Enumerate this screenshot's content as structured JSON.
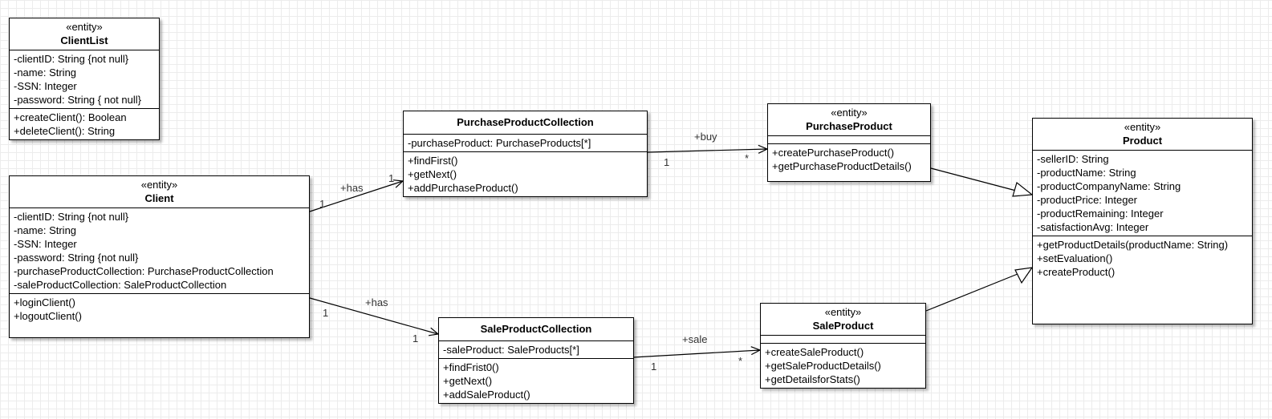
{
  "classes": {
    "clientList": {
      "stereotype": "«entity»",
      "name": "ClientList",
      "attributes": [
        "-clientID: String {not null}",
        "-name: String",
        "-SSN: Integer",
        "-password: String { not null}"
      ],
      "operations": [
        "+createClient(): Boolean",
        "+deleteClient(): String"
      ]
    },
    "client": {
      "stereotype": "«entity»",
      "name": "Client",
      "attributes": [
        "-clientID: String {not null}",
        "-name: String",
        "-SSN: Integer",
        "-password: String {not null}",
        "-purchaseProductCollection: PurchaseProductCollection",
        "-saleProductCollection: SaleProductCollection"
      ],
      "operations": [
        "+loginClient()",
        "+logoutClient()"
      ]
    },
    "purchaseProductCollection": {
      "name": "PurchaseProductCollection",
      "attributes": [
        "-purchaseProduct: PurchaseProducts[*]"
      ],
      "operations": [
        "+findFirst()",
        "+getNext()",
        "+addPurchaseProduct()"
      ]
    },
    "saleProductCollection": {
      "name": "SaleProductCollection",
      "attributes": [
        "-saleProduct: SaleProducts[*]"
      ],
      "operations": [
        "+findFrist0()",
        "+getNext()",
        "+addSaleProduct()"
      ]
    },
    "purchaseProduct": {
      "stereotype": "«entity»",
      "name": "PurchaseProduct",
      "attributes": [],
      "operations": [
        "+createPurchaseProduct()",
        "+getPurchaseProductDetails()"
      ]
    },
    "saleProduct": {
      "stereotype": "«entity»",
      "name": "SaleProduct",
      "attributes": [],
      "operations": [
        "+createSaleProduct()",
        "+getSaleProductDetails()",
        "+getDetailsforStats()"
      ]
    },
    "product": {
      "stereotype": "«entity»",
      "name": "Product",
      "attributes": [
        "-sellerID: String",
        "-productName: String",
        "-productCompanyName: String",
        "-productPrice: Integer",
        "-productRemaining: Integer",
        "-satisfactionAvg: Integer"
      ],
      "operations": [
        "+getProductDetails(productName: String)",
        "+setEvaluation()",
        "+createProduct()"
      ]
    }
  },
  "associations": {
    "clientToPurchase": {
      "label": "+has",
      "sourceMultiplicity": "1",
      "targetMultiplicity": "1"
    },
    "clientToSale": {
      "label": "+has",
      "sourceMultiplicity": "1",
      "targetMultiplicity": "1"
    },
    "purchaseCollectionToPurchase": {
      "label": "+buy",
      "sourceMultiplicity": "1",
      "targetMultiplicity": "*"
    },
    "saleCollectionToSale": {
      "label": "+sale",
      "sourceMultiplicity": "1",
      "targetMultiplicity": "*"
    }
  },
  "colors": {
    "line": "#000000",
    "grid": "#ececec",
    "labelText": "#333333"
  }
}
